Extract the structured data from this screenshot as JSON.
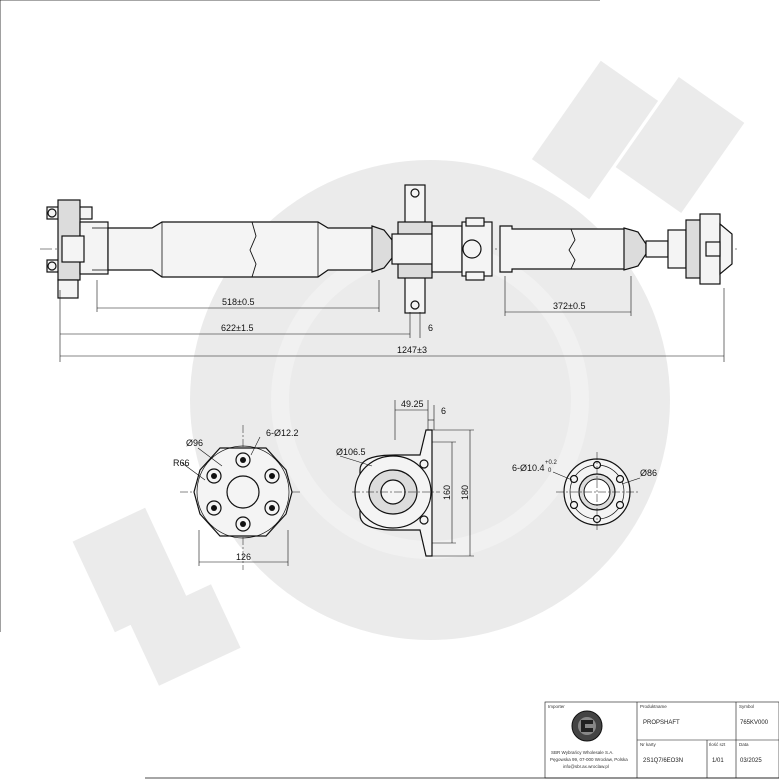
{
  "dimensions": {
    "d_518": "518±0.5",
    "d_622": "622±1.5",
    "d_6a": "6",
    "d_1247": "1247±3",
    "d_372": "372±0.5",
    "flange_dia": "Ø96",
    "flange_holes": "6-Ø12.2",
    "flange_radius": "R66",
    "flange_width": "126",
    "bearing_dia": "Ø106.5",
    "bearing_offset": "49.25",
    "bearing_thick": "6",
    "bearing_h160": "160",
    "bearing_h180": "180",
    "end_holes_main": "6-Ø10.4",
    "end_holes_tol_up": "+0.2",
    "end_holes_tol_dn": "0",
    "end_dia": "Ø86"
  },
  "title_block": {
    "importer_label": "Importer",
    "importer_text_1": "SBR Wybrańcy Wholesale S.A.",
    "importer_text_2": "Pęgowska 99, 07-000 Wrocław, Polska",
    "importer_text_3": "info@sbr.ax.wroclaw.pl",
    "product_label": "Produktname",
    "product_value": "PROPSHAFT",
    "symbol_label": "Symbol",
    "symbol_value": "765KV000",
    "ref_label": "Nr karty",
    "ref_value": "2S1Q7/6EO3N",
    "qty_label": "Ilość szt",
    "qty_value": "1/01",
    "date_label": "Data",
    "date_value": "03/2025"
  }
}
